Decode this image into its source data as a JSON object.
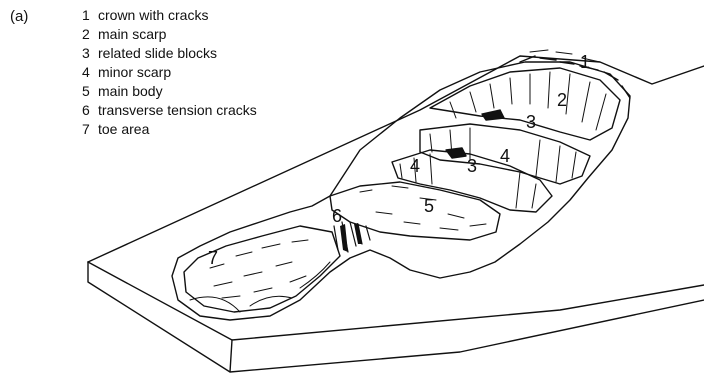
{
  "figure": {
    "panel_label": "(a)",
    "legend": [
      {
        "num": "1",
        "text": "crown with cracks"
      },
      {
        "num": "2",
        "text": "main scarp"
      },
      {
        "num": "3",
        "text": "related slide blocks"
      },
      {
        "num": "4",
        "text": "minor scarp"
      },
      {
        "num": "5",
        "text": "main body"
      },
      {
        "num": "6",
        "text": "transverse tension cracks"
      },
      {
        "num": "7",
        "text": "toe area"
      }
    ],
    "callouts": {
      "crown": "1",
      "main_scarp": "2",
      "slide_block_upper": "3",
      "slide_block_lower": "3",
      "minor_scarp_left": "4",
      "minor_scarp_right": "4",
      "main_body": "5",
      "tension_cracks": "6",
      "toe": "7"
    }
  }
}
